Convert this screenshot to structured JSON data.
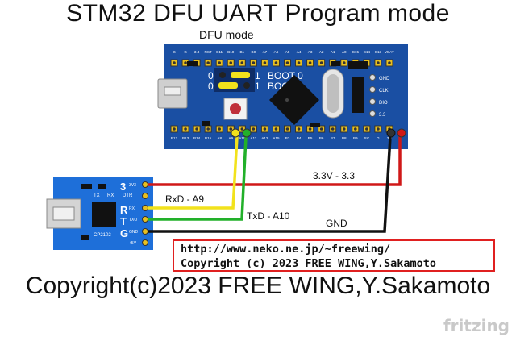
{
  "title": "STM32 DFU UART  Program mode",
  "subtitle": "DFU mode",
  "board": {
    "top_pins": [
      "G",
      "G",
      "3.3",
      "RST",
      "B11",
      "B10",
      "B1",
      "B0",
      "A7",
      "A6",
      "A5",
      "A4",
      "A3",
      "A2",
      "A1",
      "A0",
      "C15",
      "C14",
      "C13",
      "VBAT"
    ],
    "bottom_pins": [
      "B12",
      "B13",
      "B14",
      "B15",
      "A8",
      "A9",
      "A10",
      "A11",
      "A12",
      "A15",
      "B3",
      "B4",
      "B5",
      "B6",
      "B7",
      "B8",
      "B9",
      "5V",
      "G",
      "3.3"
    ],
    "right_pins": [
      "GND",
      "CLK",
      "DIO",
      "3.3"
    ],
    "boot0_label": "BOOT 0",
    "boot1_label": "BOOT 1",
    "jumper_zero": "0",
    "jumper_one": "1"
  },
  "adapter": {
    "chip_label": "CP2102",
    "pins": [
      "3V3",
      "RXI",
      "TXO",
      "GND",
      "+5V"
    ],
    "big_letters": [
      "3",
      "R",
      "T",
      "G"
    ],
    "top_labels": [
      "TX",
      "RX",
      "DTR"
    ]
  },
  "wires": {
    "power": "3.3V - 3.3",
    "rx": "RxD - A9",
    "tx": "TxD - A10",
    "gnd": "GND"
  },
  "url_box": {
    "line1": "http://www.neko.ne.jp/~freewing/",
    "line2": "Copyright (c) 2023 FREE WING,Y.Sakamoto"
  },
  "footer": "Copyright(c)2023 FREE WING,Y.Sakamoto",
  "brand": "fritzing",
  "colors": {
    "board": "#1a4fa3",
    "adapter": "#1e6fd9",
    "power": "#d01818",
    "ground": "#111111",
    "rx": "#f2e21c",
    "tx": "#22b02a"
  }
}
